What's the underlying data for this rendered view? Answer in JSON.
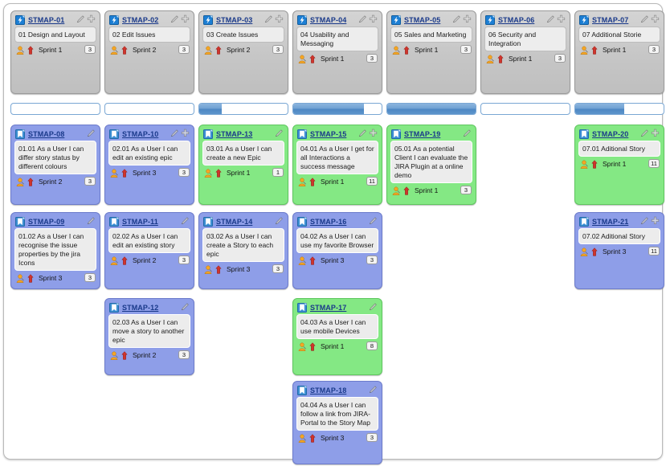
{
  "app": {
    "view": "story-map-board",
    "colors": {
      "epic_card": "#c6c6c6",
      "blue_card": "#8e9ee8",
      "green_card": "#84e884",
      "card_body": "#ececec",
      "key_link": "#19398a",
      "progress_fill": "#5d95cc",
      "panel_border": "#b9b9b9"
    },
    "icons": {
      "epic": "epic-lightning-icon",
      "story": "story-bookmark-icon",
      "edit": "pencil-edit-icon",
      "add": "plus-add-icon",
      "assignee": "assignee-avatar-icon",
      "priority": "priority-blocker-icon"
    }
  },
  "epics": [
    {
      "key": "STMAP-01",
      "summary": "01 Design and Layout",
      "sprint": "Sprint 1",
      "points": "3",
      "has_add": true,
      "progress": 0
    },
    {
      "key": "STMAP-02",
      "summary": "02 Edit Issues",
      "sprint": "Sprint 2",
      "points": "3",
      "has_add": true,
      "progress": 0
    },
    {
      "key": "STMAP-03",
      "summary": "03 Create Issues",
      "sprint": "Sprint 2",
      "points": "3",
      "has_add": true,
      "progress": 25
    },
    {
      "key": "STMAP-04",
      "summary": "04 Usability and Messaging",
      "sprint": "Sprint 1",
      "points": "3",
      "has_add": true,
      "progress": 80
    },
    {
      "key": "STMAP-05",
      "summary": "05 Sales and Marketing",
      "sprint": "Sprint 1",
      "points": "3",
      "has_add": true,
      "progress": 100
    },
    {
      "key": "STMAP-06",
      "summary": "06 Security and Integration",
      "sprint": "Sprint 1",
      "points": "3",
      "has_add": true,
      "progress": 0
    },
    {
      "key": "STMAP-07",
      "summary": "07 Additional Storie",
      "sprint": "Sprint 1",
      "points": "3",
      "has_add": true,
      "progress": 55
    }
  ],
  "stories": [
    {
      "key": "STMAP-08",
      "summary": "01.01 As a User I can differ story status by different colours",
      "sprint": "Sprint 2",
      "points": "3",
      "color": "blue",
      "has_add": false,
      "col": 0,
      "row": 0
    },
    {
      "key": "STMAP-10",
      "summary": "02.01 As a User I can edit an existing epic",
      "sprint": "Sprint 3",
      "points": "3",
      "color": "blue",
      "has_add": true,
      "col": 1,
      "row": 0
    },
    {
      "key": "STMAP-13",
      "summary": "03.01 As a User I can create a new Epic",
      "sprint": "Sprint 1",
      "points": "1",
      "color": "green",
      "has_add": false,
      "col": 2,
      "row": 0
    },
    {
      "key": "STMAP-15",
      "summary": "04.01 As a User I get for all Interactions a success message",
      "sprint": "Sprint 1",
      "points": "11",
      "color": "green",
      "has_add": true,
      "col": 3,
      "row": 0
    },
    {
      "key": "STMAP-19",
      "summary": "05.01 As a potential Client I can evaluate the JIRA Plugin at a online demo",
      "sprint": "Sprint 1",
      "points": "3",
      "color": "green",
      "has_add": false,
      "col": 4,
      "row": 0
    },
    {
      "key": "STMAP-20",
      "summary": "07.01 Aditional Story",
      "sprint": "Sprint 1",
      "points": "11",
      "color": "green",
      "has_add": true,
      "col": 6,
      "row": 0
    },
    {
      "key": "STMAP-09",
      "summary": "01.02 As a User I can recognise the issue properties by the jira Icons",
      "sprint": "Sprint 3",
      "points": "3",
      "color": "blue",
      "has_add": false,
      "col": 0,
      "row": 1
    },
    {
      "key": "STMAP-11",
      "summary": "02.02 As a User I can edit an existing story",
      "sprint": "Sprint 2",
      "points": "3",
      "color": "blue",
      "has_add": false,
      "col": 1,
      "row": 1
    },
    {
      "key": "STMAP-14",
      "summary": "03.02 As a User I can create a Story to each epic",
      "sprint": "Sprint 3",
      "points": "3",
      "color": "blue",
      "has_add": false,
      "col": 2,
      "row": 1
    },
    {
      "key": "STMAP-16",
      "summary": "04.02 As a User I can use my favorite Browser",
      "sprint": "Sprint 3",
      "points": "3",
      "color": "blue",
      "has_add": false,
      "col": 3,
      "row": 1
    },
    {
      "key": "STMAP-21",
      "summary": "07.02 Aditional Story",
      "sprint": "Sprint 3",
      "points": "11",
      "color": "blue",
      "has_add": true,
      "col": 6,
      "row": 1
    },
    {
      "key": "STMAP-12",
      "summary": "02.03 As a User I can move a story to another epic",
      "sprint": "Sprint 2",
      "points": "3",
      "color": "blue",
      "has_add": false,
      "col": 1,
      "row": 2
    },
    {
      "key": "STMAP-17",
      "summary": "04.03 As a User I can use mobile Devices",
      "sprint": "Sprint 1",
      "points": "8",
      "color": "green",
      "has_add": false,
      "col": 3,
      "row": 2
    },
    {
      "key": "STMAP-18",
      "summary": "04.04 As a User I can follow a link from JIRA- Portal to the Story Map",
      "sprint": "Sprint 3",
      "points": "3",
      "color": "blue",
      "has_add": false,
      "col": 3,
      "row": 3
    }
  ]
}
